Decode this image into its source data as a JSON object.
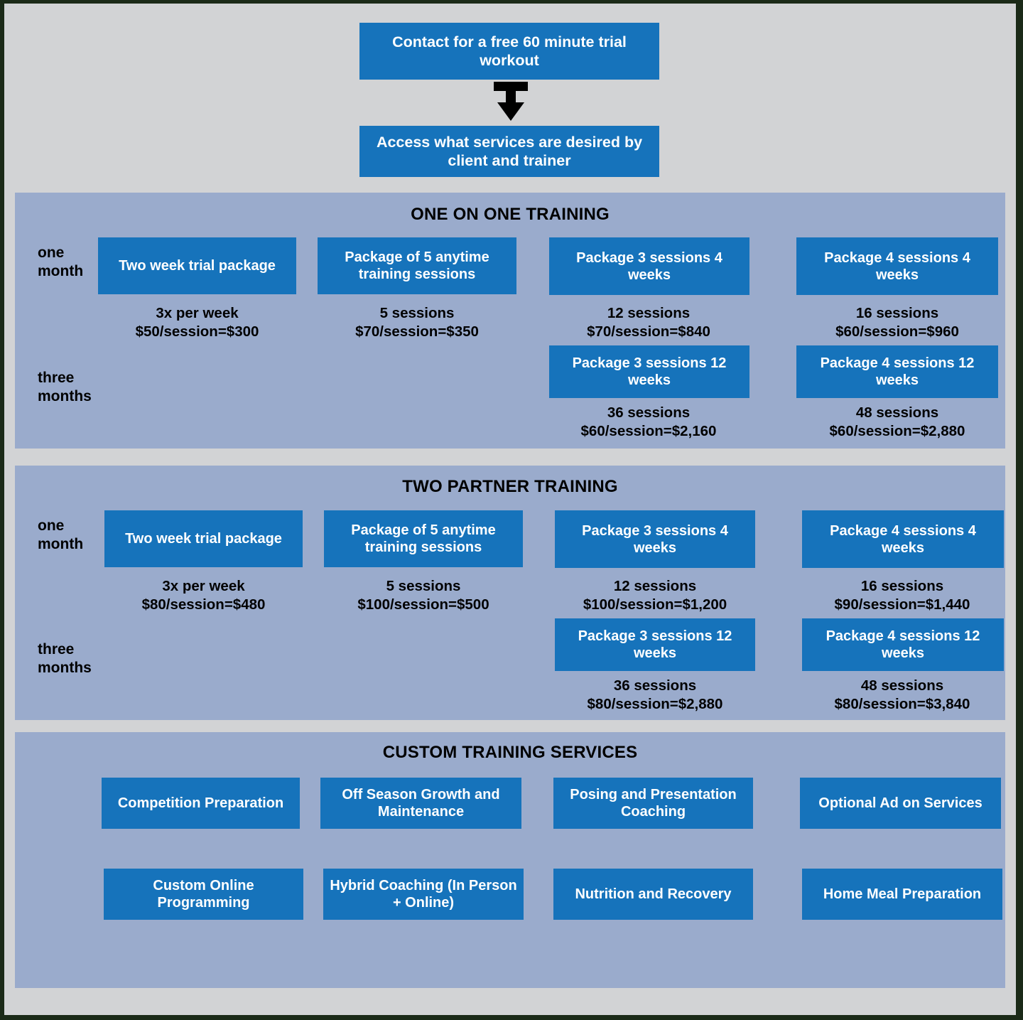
{
  "flow": {
    "contact_box": "Contact for a free 60 minute trial workout",
    "arrow_icon": "down-arrow-icon",
    "access_box": "Access what services are desired by client and trainer"
  },
  "sections": [
    {
      "id": "one-on-one",
      "title": "ONE ON ONE TRAINING",
      "row_labels": [
        "one\nmonth",
        "three\nmonths"
      ],
      "columns": [
        {
          "one_month": {
            "tile": "Two week trial package",
            "detail": "3x per week\n$50/session=$300"
          },
          "three_months": null
        },
        {
          "one_month": {
            "tile": "Package of 5 anytime training sessions",
            "detail": "5 sessions\n$70/session=$350"
          },
          "three_months": null
        },
        {
          "one_month": {
            "tile": "Package 3 sessions 4 weeks",
            "detail": "12 sessions\n$70/session=$840"
          },
          "three_months": {
            "tile": "Package 3 sessions 12 weeks",
            "detail": "36 sessions\n$60/session=$2,160"
          }
        },
        {
          "one_month": {
            "tile": "Package 4 sessions 4 weeks",
            "detail": "16 sessions\n$60/session=$960"
          },
          "three_months": {
            "tile": "Package 4 sessions 12 weeks",
            "detail": "48 sessions\n$60/session=$2,880"
          }
        }
      ]
    },
    {
      "id": "two-partner",
      "title": "TWO PARTNER TRAINING",
      "row_labels": [
        "one\nmonth",
        "three\nmonths"
      ],
      "columns": [
        {
          "one_month": {
            "tile": "Two week trial package",
            "detail": "3x per week\n$80/session=$480"
          },
          "three_months": null
        },
        {
          "one_month": {
            "tile": "Package of 5 anytime training sessions",
            "detail": "5 sessions\n$100/session=$500"
          },
          "three_months": null
        },
        {
          "one_month": {
            "tile": "Package 3 sessions 4 weeks",
            "detail": "12 sessions\n$100/session=$1,200"
          },
          "three_months": {
            "tile": "Package 3 sessions 12 weeks",
            "detail": "36 sessions\n$80/session=$2,880"
          }
        },
        {
          "one_month": {
            "tile": "Package 4 sessions 4 weeks",
            "detail": "16 sessions\n$90/session=$1,440"
          },
          "three_months": {
            "tile": "Package 4 sessions 12 weeks",
            "detail": "48 sessions\n$80/session=$3,840"
          }
        }
      ]
    }
  ],
  "custom_services": {
    "title": "CUSTOM TRAINING SERVICES",
    "row1": [
      "Competition Preparation",
      "Off Season Growth and Maintenance",
      "Posing and Presentation Coaching",
      "Optional Ad on Services"
    ],
    "row2": [
      "Custom Online Programming",
      "Hybrid Coaching (In Person + Online)",
      "Nutrition and Recovery",
      "Home Meal Preparation"
    ]
  },
  "colors": {
    "page_background": "#d2d3d5",
    "panel_background": "#9aabcc",
    "tile_blue": "#1673bb",
    "tile_text": "#ffffff",
    "body_text": "#000000",
    "outer_border": "#1b2a18"
  }
}
